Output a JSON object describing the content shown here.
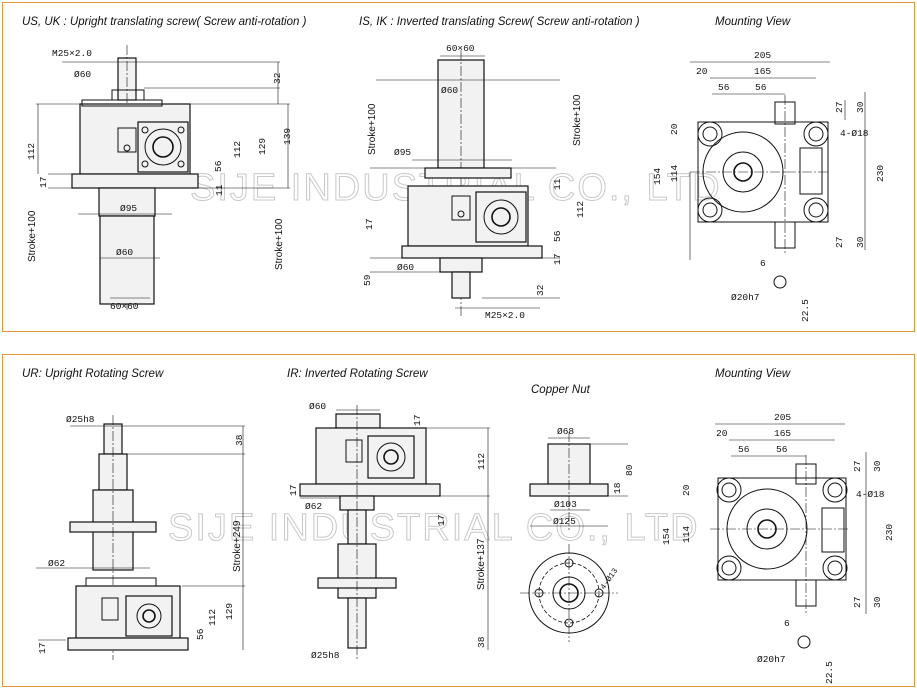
{
  "top_panel": {
    "titles": {
      "us_uk": "US, UK : Upright translating screw( Screw anti-rotation )",
      "is_ik": "IS, IK : Inverted translating Screw( Screw anti-rotation )",
      "mounting": "Mounting View"
    },
    "us_uk_dims": {
      "thread": "M25×2.0",
      "d60": "Ø60",
      "d32": "32",
      "d112": "112",
      "d129": "129",
      "d139": "139",
      "d112b": "112",
      "d56": "56",
      "d17": "17",
      "d11": "11",
      "d95": "Ø95",
      "stroke_left": "Stroke+100",
      "stroke_right": "Stroke+100",
      "d60b": "Ø60",
      "sq": "60×60"
    },
    "is_ik_dims": {
      "sq": "60×60",
      "d60": "Ø60",
      "stroke_left": "Stroke+100",
      "stroke_right": "Stroke+100",
      "d95": "Ø95",
      "d11": "11",
      "d112": "112",
      "d17": "17",
      "d56": "56",
      "d17b": "17",
      "d60b": "Ø60",
      "d59": "59",
      "d32": "32",
      "thread": "M25×2.0"
    },
    "mount_dims": {
      "d205": "205",
      "d20": "20",
      "d165": "165",
      "d56a": "56",
      "d56b": "56",
      "d27": "27",
      "d30": "30",
      "holes": "4-Ø18",
      "d20v": "20",
      "d154": "154",
      "d114": "114",
      "d230": "230",
      "d27b": "27",
      "d30b": "30",
      "key": "6",
      "shaft": "Ø20h7",
      "d225": "22.5"
    }
  },
  "bottom_panel": {
    "titles": {
      "ur": "UR: Upright Rotating Screw",
      "ir": "IR: Inverted Rotating Screw",
      "nut": "Copper Nut",
      "mounting": "Mounting View"
    },
    "ur_dims": {
      "shaft": "Ø25h8",
      "d38": "38",
      "stroke": "Stroke+249",
      "d62": "Ø62",
      "d112": "112",
      "d129": "129",
      "d56": "56",
      "d17": "17"
    },
    "ir_dims": {
      "d60": "Ø60",
      "d17": "17",
      "d112": "112",
      "d17b": "17",
      "d62": "Ø62",
      "d17c": "17",
      "stroke": "Stroke+137",
      "d38": "38",
      "shaft": "Ø25h8"
    },
    "nut_dims": {
      "d68": "Ø68",
      "d80": "80",
      "d18": "18",
      "d103": "Ø103",
      "d125": "Ø125",
      "holes": "4-Ø13"
    },
    "mount_dims": {
      "d205": "205",
      "d20": "20",
      "d165": "165",
      "d56a": "56",
      "d56b": "56",
      "d27": "27",
      "d30": "30",
      "holes": "4-Ø18",
      "d20v": "20",
      "d154": "154",
      "d114": "114",
      "d230": "230",
      "d27b": "27",
      "d30b": "30",
      "key": "6",
      "shaft": "Ø20h7",
      "d225": "22.5"
    }
  },
  "watermark": "SIJE INDUSTRIAL CO., LTD"
}
